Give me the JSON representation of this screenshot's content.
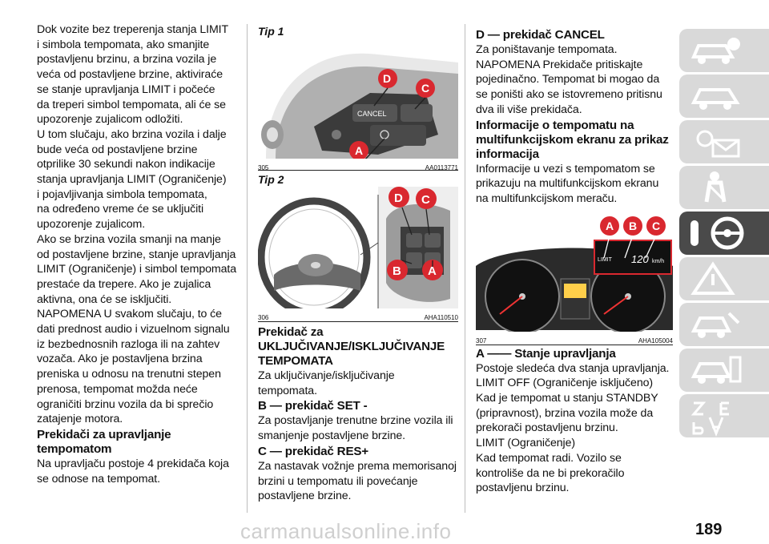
{
  "col1": {
    "p1": "Dok vozite bez treperenja stanja LIMIT\ni simbola tempomata, ako smanjite\npostavljenu brzinu, a brzina vozila je\nveća od postavljene brzine, aktiviraće\nse stanje upravljanja LIMIT i počeće\nda treperi simbol tempomata, ali će se\nupozorenje zujalicom odložiti.",
    "p2": "U tom slučaju, ako brzina vozila i dalje\nbude veća od postavljene brzine\notprilike 30 sekundi nakon indikacije\nstanja upravljanja LIMIT (Ograničenje)\ni pojavljivanja simbola tempomata,\nna određeno vreme će se uključiti\nupozorenje zujalicom.",
    "p3": "Ako se brzina vozila smanji na manje\nod postavljene brzine, stanje upravljanja\nLIMIT (Ograničenje) i simbol tempomata\nprestaće da trepere. Ako je zujalica\naktivna, ona će se isključiti.",
    "p4": "NAPOMENA U svakom slučaju, to će\ndati prednost audio i vizuelnom signalu\niz bezbednosnih razloga ili na zahtev\nvozača. Ako je postavljena brzina\npreniska u odnosu na trenutni stepen\nprenosa, tempomat možda neće\nograničiti brzinu vozila da bi sprečio\nzatajenje motora.",
    "h1": "Prekidači za upravljanje\ntempomatom",
    "p5": "Na upravljaču postoje 4 prekidača koja\nse odnose na tempomat."
  },
  "col2": {
    "tip1": "Tip 1",
    "fig305_num": "305",
    "fig305_code": "AA0113771",
    "tip2": "Tip 2",
    "fig306_num": "306",
    "fig306_code": "AHA110510",
    "h1": "Prekidač za\nUKLJUČIVANJE/ISKLJUČIVANJE\nTEMPOMATA",
    "p1": "Za uključivanje/isključivanje\ntempomata.",
    "h2": "B — prekidač SET -",
    "p2": "Za postavljanje trenutne brzine vozila ili\nsmanjenje postavljene brzine.",
    "h3": "C — prekidač RES+",
    "p3": "Za nastavak vožnje prema memorisanoj\nbrzini u tempomatu ili povećanje\npostavljene brzine."
  },
  "col3": {
    "h1": "D — prekidač CANCEL",
    "p1": "Za poništavanje tempomata.",
    "p2": "NAPOMENA Prekidače pritiskajte\npojedinačno. Tempomat bi mogao da\nse poništi ako se istovremeno pritisnu\ndva ili više prekidača.",
    "h2": "Informacije o tempomatu na\nmultifunkcijskom ekranu za prikaz\ninformacija",
    "p3": "Informacije u vezi s tempomatom se\nprikazuju na multifunkcijskom ekranu\nna multifunkcijskom meraču.",
    "fig307_num": "307",
    "fig307_code": "AHA105004",
    "h3": "A —— Stanje upravljanja",
    "p4": "Postoje sledeća dva stanja upravljanja.",
    "p5": "LIMIT OFF (Ograničenje isključeno)",
    "p6": "Kad je tempomat u stanju STANDBY\n(pripravnost), brzina vozila može da\nprekorači postavljenu brzinu.",
    "p7": "LIMIT (Ograničenje)",
    "p8": "Kad tempomat radi. Vozilo se\nkontroliše da ne bi prekoračilo\npostavljenu brzinu."
  },
  "figures": {
    "labels": {
      "a": "A",
      "b": "B",
      "c": "C",
      "d": "D"
    },
    "fig305_cancel": "CANCEL",
    "fig307_limit": "LIMIT",
    "fig307_speed": "120",
    "fig307_unit": "km/h"
  },
  "page_number": "189",
  "watermark": "carmanualsonline.info",
  "colors": {
    "accent_red": "#d9282f",
    "tab_gray": "#d9d9d9",
    "tab_active": "#4a4a4a"
  }
}
